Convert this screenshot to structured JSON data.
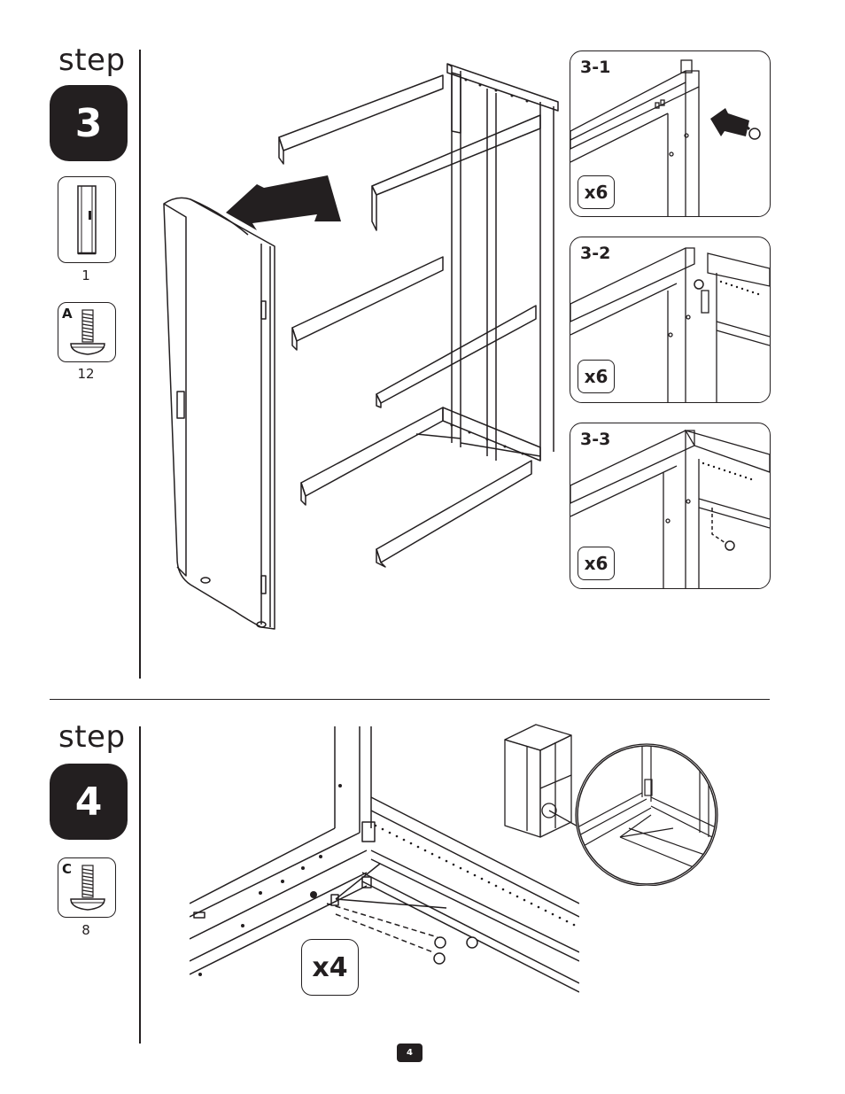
{
  "step3": {
    "word": "step",
    "number": "3",
    "parts": [
      {
        "count": "1",
        "icon": "cabinet-side-panel-icon"
      },
      {
        "letter": "A",
        "count": "12",
        "icon": "screw-a-icon"
      }
    ],
    "details": [
      {
        "label": "3-1",
        "qty": "x6"
      },
      {
        "label": "3-2",
        "qty": "x6"
      },
      {
        "label": "3-3",
        "qty": "x6"
      }
    ]
  },
  "step4": {
    "word": "step",
    "number": "4",
    "parts": [
      {
        "letter": "C",
        "count": "8",
        "icon": "screw-c-icon"
      }
    ],
    "qty": "x4"
  },
  "page": {
    "number": "4"
  },
  "colors": {
    "ink": "#231f20",
    "background": "#ffffff"
  }
}
